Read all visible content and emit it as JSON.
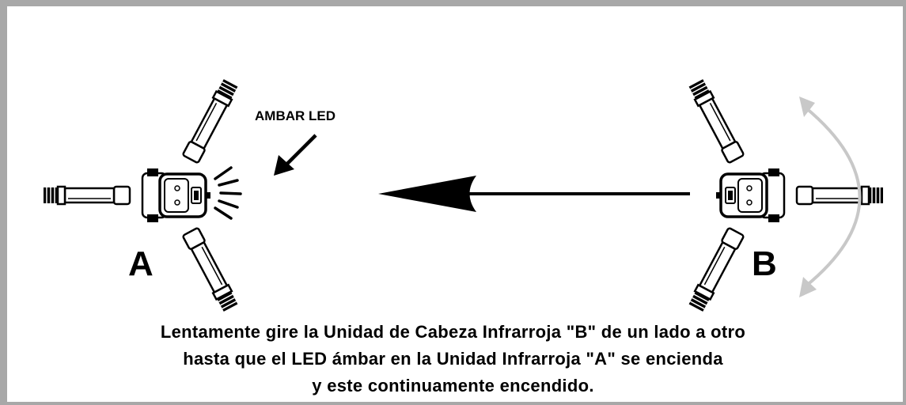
{
  "figure": {
    "led_label": "AMBAR LED",
    "unit_a_label": "A",
    "unit_b_label": "B",
    "caption_lines": [
      "Lentamente gire la Unidad de Cabeza Infrarroja \"B\" de un lado a otro",
      "hasta que el LED ámbar en la Unidad Infrarroja \"A\" se encienda",
      "y este continuamente encendido."
    ],
    "colors": {
      "frame": "#a8a8a8",
      "ink": "#000000",
      "rotation_arrow": "#c8c8c8"
    },
    "icons": [
      "infrared-head-unit-icon",
      "led-glow-icon",
      "rotation-arrow-icon",
      "direction-arrow-icon"
    ]
  }
}
